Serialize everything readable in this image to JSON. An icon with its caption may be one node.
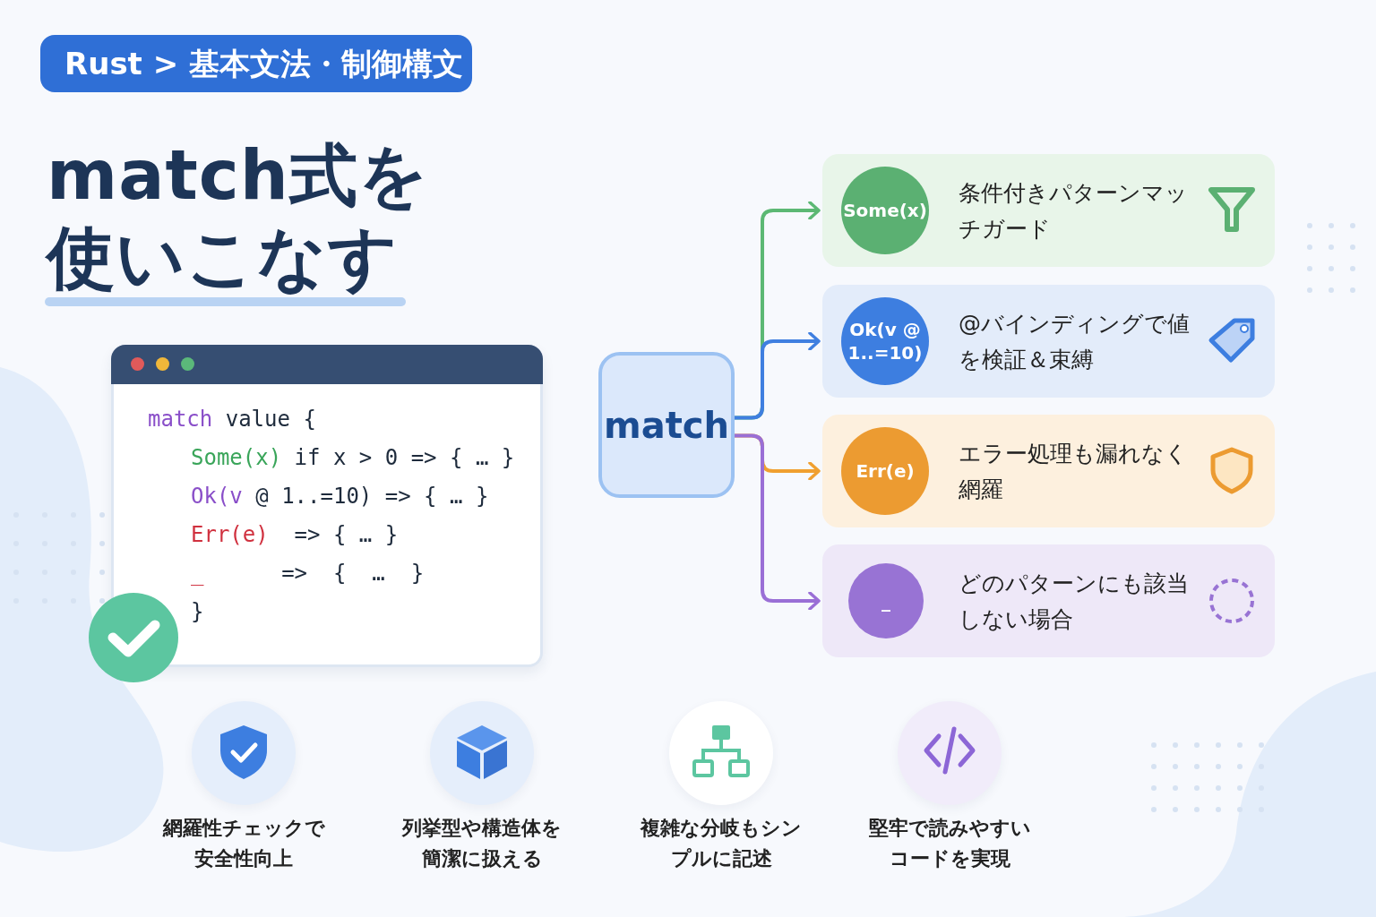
{
  "diagram": {
    "title": "match式を使いこなす",
    "nodes": [
      {
        "text": [
          "Rust > 基本文法・制御構文"
        ]
      },
      {
        "text": [
          "match value {",
          "Some(x) if x > 0 => { … }",
          "Ok(v @ 1..=10) => { … }",
          "Err(e)  => { … }",
          "_      =>  {  …  }",
          "}"
        ]
      },
      {
        "text": [
          "match"
        ]
      },
      {
        "text": [
          "条件付きパターンマッチガード"
        ]
      },
      {
        "text": [
          "Some(x)"
        ],
        "in": 3
      },
      {
        "text": [
          "@バインディングで値を検証＆束縛"
        ]
      },
      {
        "text": [
          "Ok(v @ 1..=10)"
        ],
        "in": 5
      },
      {
        "text": [
          "エラー処理も漏れなく網羅"
        ]
      },
      {
        "text": [
          "Err(e)"
        ],
        "in": 7
      },
      {
        "text": [
          "どのパターンにも該当しない場合"
        ]
      },
      {
        "text": [
          "_"
        ],
        "in": 9
      }
    ],
    "edges": [
      {
        "from": 2,
        "to": 3,
        "arrow": "to",
        "color": "#5cb874"
      },
      {
        "from": 2,
        "to": 5,
        "arrow": "to",
        "color": "#3f7fe0"
      },
      {
        "from": 2,
        "to": 7,
        "arrow": "to",
        "color": "#f0a030"
      },
      {
        "from": 2,
        "to": 9,
        "arrow": "to",
        "color": "#9a6fd6"
      }
    ],
    "labels": [
      "網羅性チェックで安全性向上",
      "列挙型や構造体を簡潔に扱える",
      "複雑な分岐もシンプルに記述",
      "堅牢で読みやすいコードを実現"
    ]
  }
}
